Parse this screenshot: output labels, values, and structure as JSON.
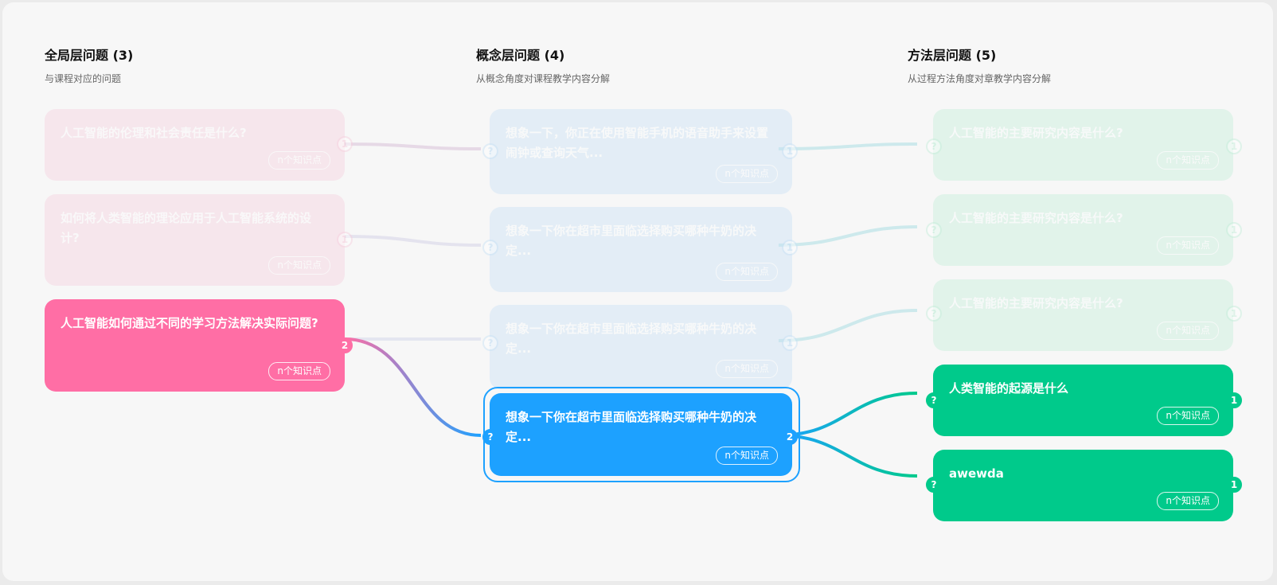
{
  "columns": [
    {
      "title": "全局层问题 (3)",
      "subtitle": "与课程对应的问题"
    },
    {
      "title": "概念层问题 (4)",
      "subtitle": "从概念角度对课程教学内容分解"
    },
    {
      "title": "方法层问题 (5)",
      "subtitle": "从过程方法角度对章教学内容分解"
    }
  ],
  "global": [
    {
      "text": "人工智能的伦理和社会责任是什么?",
      "tag": "n个知识点",
      "count": "1"
    },
    {
      "text": "如何将人类智能的理论应用于人工智能系统的设计?",
      "tag": "n个知识点",
      "count": "1"
    },
    {
      "text": "人工智能如何通过不同的学习方法解决实际问题?",
      "tag": "n个知识点",
      "count": "2"
    }
  ],
  "concept": [
    {
      "text": "想象一下，你正在使用智能手机的语音助手来设置闹钟或查询天气...",
      "tag": "n个知识点",
      "count": "1",
      "in": "?"
    },
    {
      "text": "想象一下你在超市里面临选择购买哪种牛奶的决定...",
      "tag": "n个知识点",
      "count": "1",
      "in": "?"
    },
    {
      "text": "想象一下你在超市里面临选择购买哪种牛奶的决定...",
      "tag": "n个知识点",
      "count": "1",
      "in": "?"
    },
    {
      "text": "想象一下你在超市里面临选择购买哪种牛奶的决定...",
      "tag": "n个知识点",
      "count": "2",
      "in": "?"
    }
  ],
  "method": [
    {
      "text": "人工智能的主要研究内容是什么?",
      "tag": "n个知识点",
      "count": "1",
      "in": "?"
    },
    {
      "text": "人工智能的主要研究内容是什么?",
      "tag": "n个知识点",
      "count": "1",
      "in": "?"
    },
    {
      "text": "人工智能的主要研究内容是什么?",
      "tag": "n个知识点",
      "count": "1",
      "in": "?"
    },
    {
      "text": "人类智能的起源是什么",
      "tag": "n个知识点",
      "count": "1",
      "in": "?"
    },
    {
      "text": "awewda",
      "tag": "n个知识点",
      "count": "1",
      "in": "?"
    }
  ],
  "colors": {
    "global": "#ff6ea5",
    "concept": "#1da1ff",
    "method": "#00ca8b"
  }
}
